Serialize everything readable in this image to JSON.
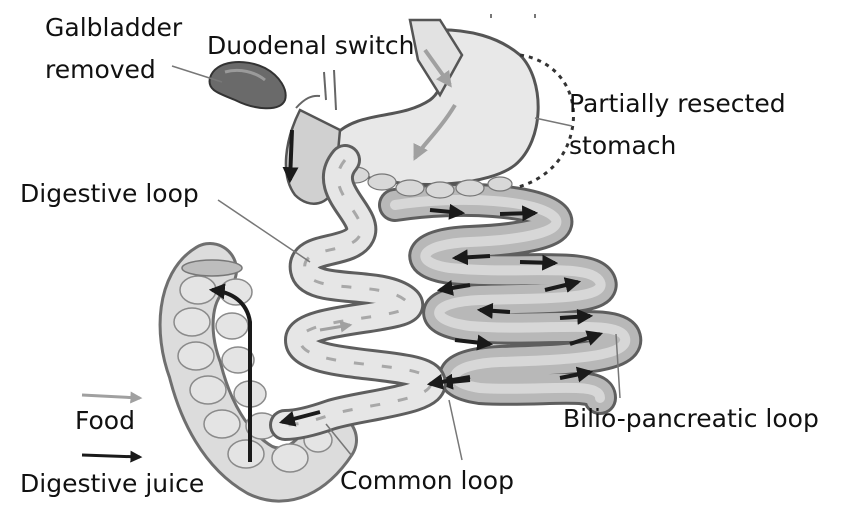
{
  "labels": {
    "gallbladder_line1": "Galbladder",
    "gallbladder_line2": "removed",
    "duodenal_switch": "Duodenal switch",
    "stomach_line1": "Partially resected",
    "stomach_line2": "stomach",
    "digestive_loop": "Digestive loop",
    "bilio_pancreatic_loop": "Bilio-pancreatic loop",
    "common_loop": "Common loop"
  },
  "legend": {
    "food": "Food",
    "digestive_juice": "Digestive juice",
    "food_arrow_color": "#a0a0a0",
    "juice_arrow_color": "#1a1a1a"
  }
}
